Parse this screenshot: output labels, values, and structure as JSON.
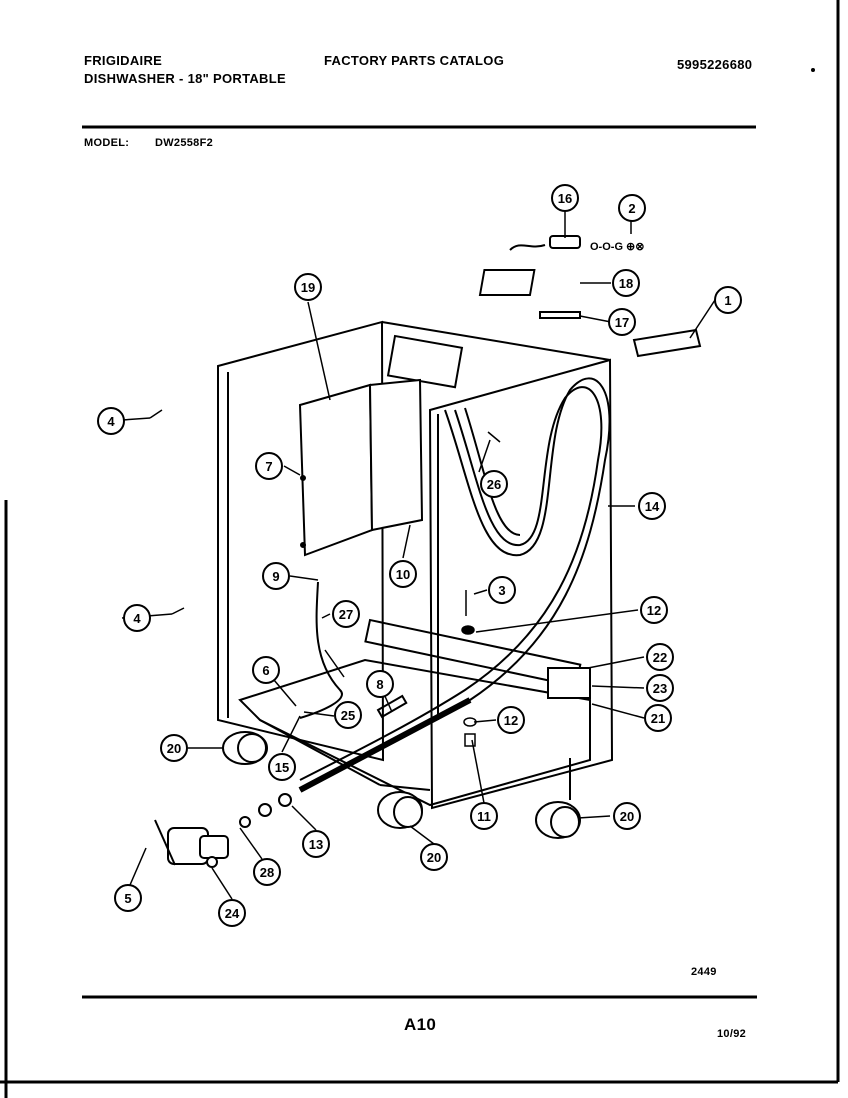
{
  "header": {
    "brand": "FRIGIDAIRE",
    "product": "DISHWASHER - 18\" PORTABLE",
    "catalog_title": "FACTORY PARTS CATALOG",
    "catalog_number": "5995226680",
    "model_label": "MODEL:",
    "model_value": "DW2558F2"
  },
  "diagram": {
    "callouts": [
      "1",
      "2",
      "3",
      "4",
      "4",
      "5",
      "6",
      "7",
      "8",
      "9",
      "10",
      "11",
      "12",
      "12",
      "13",
      "14",
      "15",
      "16",
      "17",
      "18",
      "19",
      "20",
      "20",
      "20",
      "21",
      "22",
      "23",
      "24",
      "25",
      "26",
      "27",
      "28"
    ]
  },
  "footer": {
    "figure_number": "2449",
    "page_code": "A10",
    "date": "10/92"
  }
}
